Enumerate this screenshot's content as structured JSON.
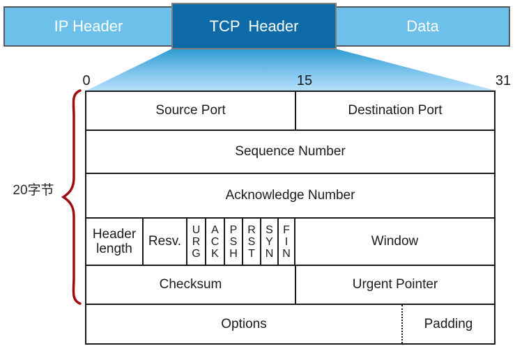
{
  "colors": {
    "bar_light_blue": "#6CC0EA",
    "bar_dark_blue": "#0E6BA8",
    "bar_border_gray": "#55585C",
    "tcp_border_gray": "#7F7F7F",
    "funnel_top_blue": "#2D9BD2",
    "funnel_bottom_blue": "#A9DAF8",
    "brace_red": "#A00B12",
    "table_border_black": "#1A1A1A",
    "label_text": "#1A1A1A",
    "bar_text_white": "#FFFFFF"
  },
  "top_bar": {
    "segments": [
      {
        "label": "IP Header"
      },
      {
        "label": "TCP  Header"
      },
      {
        "label": "Data"
      }
    ]
  },
  "bit_scale": {
    "start": "0",
    "middle": "15",
    "end": "31"
  },
  "brace": {
    "label": "20字节"
  },
  "table": {
    "row1": {
      "left": "Source Port",
      "right": "Destination Port"
    },
    "row2": {
      "label": "Sequence Number"
    },
    "row3": {
      "label": "Acknowledge Number"
    },
    "row4": {
      "header_length": "Header\nlength",
      "resv": "Resv.",
      "flags": [
        "U\nR\nG",
        "A\nC\nK",
        "P\nS\nH",
        "R\nS\nT",
        "S\nY\nN",
        "F\nI\nN"
      ],
      "window": "Window"
    },
    "row5": {
      "left": "Checksum",
      "right": "Urgent Pointer"
    },
    "row6": {
      "left": "Options",
      "right": "Padding"
    }
  }
}
